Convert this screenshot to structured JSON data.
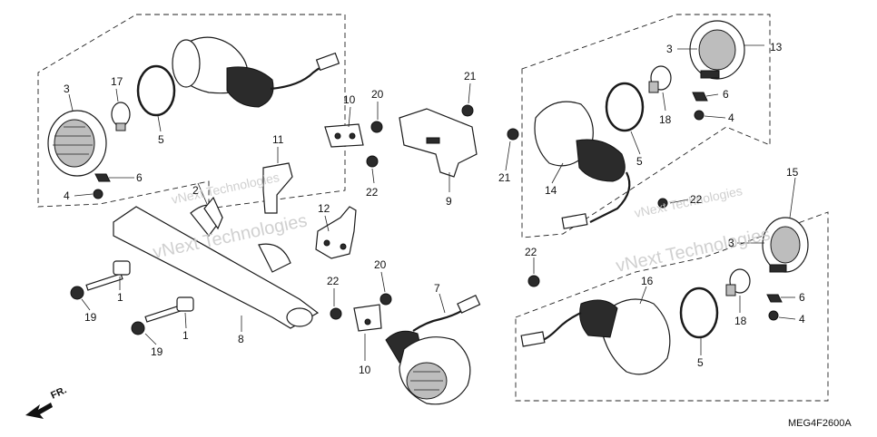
{
  "diagram_code": "MEG4F2600A",
  "direction_label": "FR.",
  "watermark_text": "vNext Technologies",
  "callouts": [
    "1",
    "2",
    "3",
    "4",
    "5",
    "6",
    "7",
    "8",
    "9",
    "10",
    "11",
    "12",
    "13",
    "14",
    "15",
    "16",
    "17",
    "18",
    "19",
    "20",
    "21",
    "22"
  ],
  "colors": {
    "line": "#1a1a1a",
    "background": "#ffffff",
    "watermark": "#c8c8c8"
  }
}
